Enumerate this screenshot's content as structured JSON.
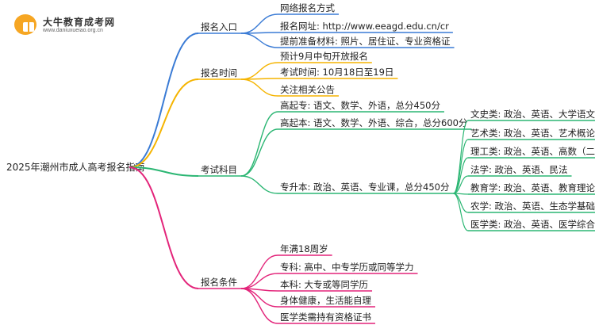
{
  "logo": {
    "name": "大牛教育成考网",
    "url": "www.daniuxueiao.org.cn"
  },
  "root": "2025年潮州市成人高考报名指南",
  "branches": [
    {
      "label": "报名入口",
      "color": "#3a7bd5",
      "children": [
        {
          "label": "网络报名方式"
        },
        {
          "label": "报名网址: http://www.eeagd.edu.cn/cr"
        },
        {
          "label": "提前准备材料: 照片、居住证、专业资格证"
        }
      ]
    },
    {
      "label": "报名时间",
      "color": "#f5b400",
      "children": [
        {
          "label": "预计9月中旬开放报名"
        },
        {
          "label": "考试时间: 10月18日至19日"
        },
        {
          "label": "关注相关公告"
        }
      ]
    },
    {
      "label": "考试科目",
      "color": "#2bb673",
      "children": [
        {
          "label": "高起专: 语文、数学、外语，总分450分"
        },
        {
          "label": "高起本: 语文、数学、外语、综合，总分600分"
        },
        {
          "label": "专升本: 政治、英语、专业课，总分450分",
          "children": [
            {
              "label": "文史类: 政治、英语、大学语文"
            },
            {
              "label": "艺术类: 政治、英语、艺术概论"
            },
            {
              "label": "理工类: 政治、英语、高数（二）"
            },
            {
              "label": "法学: 政治、英语、民法"
            },
            {
              "label": "教育学: 政治、英语、教育理论"
            },
            {
              "label": "农学: 政治、英语、生态学基础"
            },
            {
              "label": "医学类: 政治、英语、医学综合"
            }
          ]
        }
      ]
    },
    {
      "label": "报名条件",
      "color": "#e3247a",
      "children": [
        {
          "label": "年满18周岁"
        },
        {
          "label": "专科: 高中、中专学历或同等学力"
        },
        {
          "label": "本科: 大专或等同学历"
        },
        {
          "label": "身体健康，生活能自理"
        },
        {
          "label": "医学类需持有资格证书"
        }
      ]
    }
  ]
}
